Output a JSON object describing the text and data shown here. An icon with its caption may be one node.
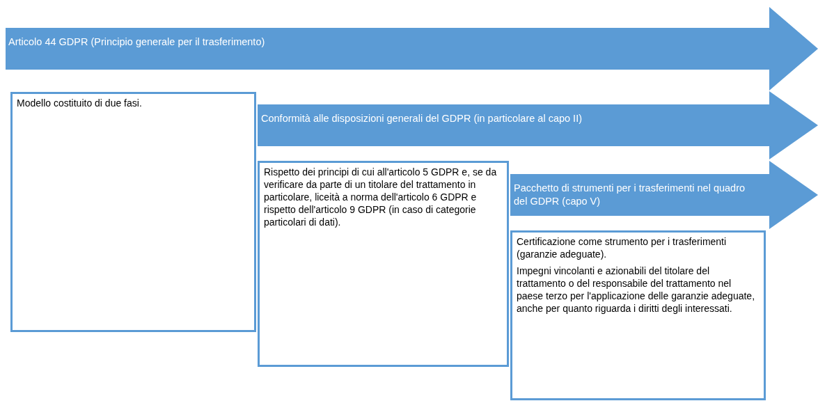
{
  "diagram": {
    "nodes": [
      {
        "text": [
          "Articolo 44 GDPR (Principio generale per il trasferimento)"
        ]
      },
      {
        "text": [
          "Modello costituito di due fasi."
        ]
      },
      {
        "text": [
          "Conformità alle disposizioni generali del GDPR (in particolare al capo II)"
        ]
      },
      {
        "text": [
          "Rispetto dei principi di cui all'articolo 5 GDPR e, se da verificare da parte di un titolare del trattamento in particolare, liceità a norma dell'articolo 6 GDPR e rispetto dell'articolo 9 GDPR (in caso di categorie particolari di dati)."
        ]
      },
      {
        "text": [
          "Pacchetto di strumenti per i trasferimenti nel quadro del GDPR (capo V)"
        ]
      },
      {
        "text": [
          "Certificazione come strumento per i trasferimenti (garanzie adeguate).",
          "Impegni vincolanti e azionabili del titolare del trattamento o del responsabile del trattamento nel paese terzo per l'applicazione delle garanzie adeguate, anche per quanto riguarda i diritti degli interessati."
        ]
      }
    ],
    "edges": []
  }
}
